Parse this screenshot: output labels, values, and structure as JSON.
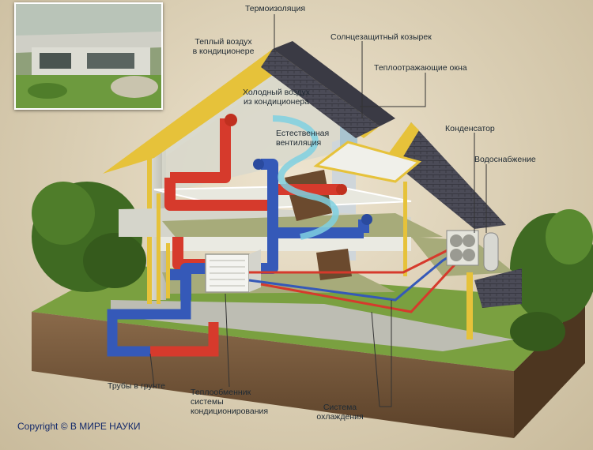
{
  "labels": {
    "thermal_insulation": "Термоизоляция",
    "warm_air_1": "Теплый воздух",
    "warm_air_2": "в кондиционере",
    "sun_visor": "Солнцезащитный козырек",
    "heat_windows": "Теплоотражающие окна",
    "cold_air_1": "Холодный воздух",
    "cold_air_2": "из кондиционера",
    "natural_vent_1": "Естественная",
    "natural_vent_2": "вентиляция",
    "condenser": "Конденсатор",
    "water_supply": "Водоснабжение",
    "ground_pipes": "Трубы в грунте",
    "heat_exchanger_1": "Теплообменник",
    "heat_exchanger_2": "системы",
    "heat_exchanger_3": "кондиционирования",
    "cooling_1": "Система",
    "cooling_2": "охлаждения"
  },
  "copyright": "Copyright © В МИРЕ НАУКИ",
  "colors": {
    "warm_pipe": "#d63a2c",
    "cold_pipe": "#3559b8",
    "roof": "#4a4a55",
    "frame": "#e6c23a",
    "soil": "#6e5238",
    "grass": "#6f9b3a"
  },
  "photo": "house-photo"
}
